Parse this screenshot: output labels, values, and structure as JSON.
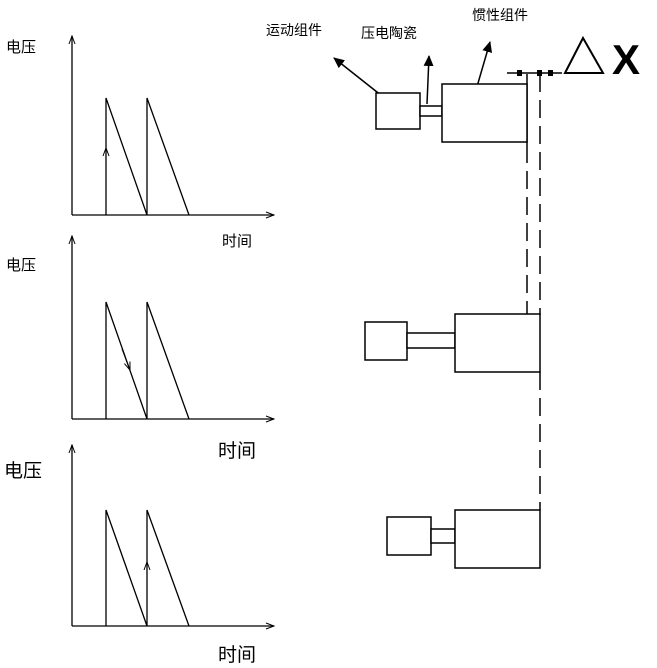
{
  "plots": [
    {
      "ylabel": "电压",
      "xlabel": "时间"
    },
    {
      "ylabel": "电压",
      "xlabel": "时间"
    },
    {
      "ylabel": "电压",
      "xlabel": "时间"
    }
  ],
  "labels": {
    "motion": "运动组件",
    "piezo": "压电陶瓷",
    "inertia": "惯性组件",
    "delta_x": "ΔX"
  }
}
